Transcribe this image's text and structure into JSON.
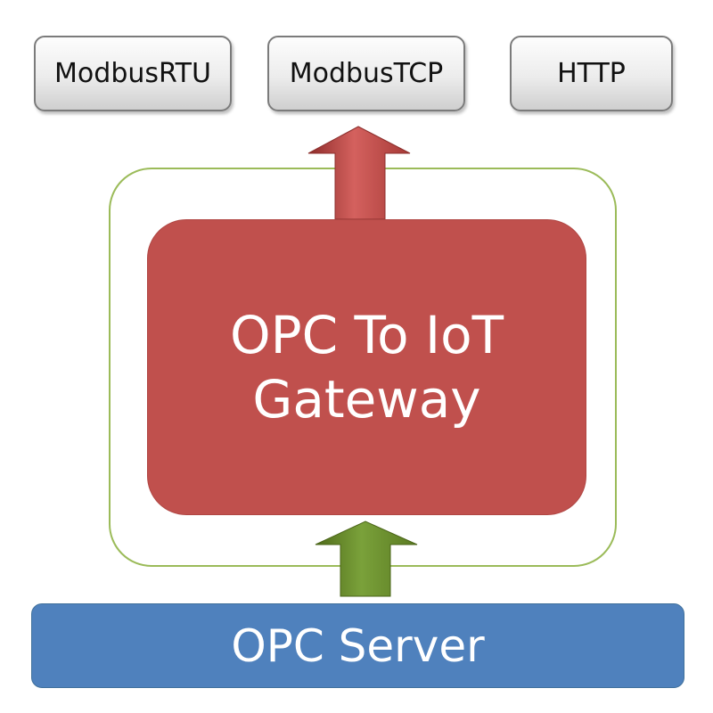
{
  "protocols": [
    {
      "label": "ModbusRTU"
    },
    {
      "label": "ModbusTCP"
    },
    {
      "label": "HTTP"
    }
  ],
  "gateway": {
    "line1": "OPC To IoT",
    "line2": "Gateway"
  },
  "server": {
    "label": "OPC Server"
  },
  "colors": {
    "gateway_fill": "#c0504d",
    "server_fill": "#4f81bd",
    "frame_border": "#9bbb59",
    "up_arrow_output": "#c0504d",
    "up_arrow_input": "#6b8e23"
  }
}
